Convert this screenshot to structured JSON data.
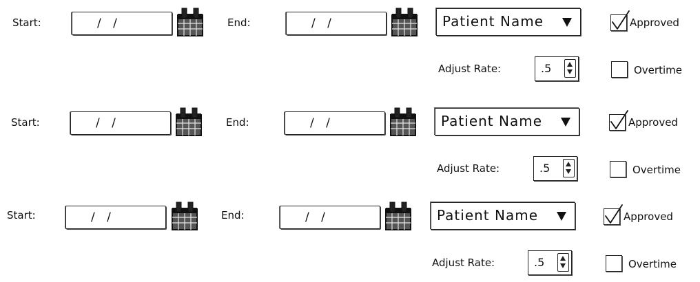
{
  "rows": [
    {
      "start_label": "Start:",
      "start_value": "/ /",
      "end_label": "End:",
      "end_value": "/ /",
      "patient_select": "Patient Name",
      "approved_label": "Approved",
      "approved_checked": true,
      "adjust_label": "Adjust Rate:",
      "adjust_value": ".5",
      "overtime_label": "Overtime",
      "overtime_checked": false
    },
    {
      "start_label": "Start:",
      "start_value": "/ /",
      "end_label": "End:",
      "end_value": "/ /",
      "patient_select": "Patient Name",
      "approved_label": "Approved",
      "approved_checked": true,
      "adjust_label": "Adjust Rate:",
      "adjust_value": ".5",
      "overtime_label": "Overtime",
      "overtime_checked": false
    },
    {
      "start_label": "Start:",
      "start_value": "/ /",
      "end_label": "End:",
      "end_value": "/ /",
      "patient_select": "Patient Name",
      "approved_label": "Approved",
      "approved_checked": true,
      "adjust_label": "Adjust Rate:",
      "adjust_value": ".5",
      "overtime_label": "Overtime",
      "overtime_checked": false
    }
  ],
  "icons": {
    "calendar": "calendar-icon",
    "dropdown": "chevron-down-icon",
    "checkmark": "check-icon",
    "stepper": "spin-arrows-icon"
  },
  "colors": {
    "calendar_body": "#555555",
    "calendar_grid": "#e6e6e6",
    "ink": "#111111"
  }
}
